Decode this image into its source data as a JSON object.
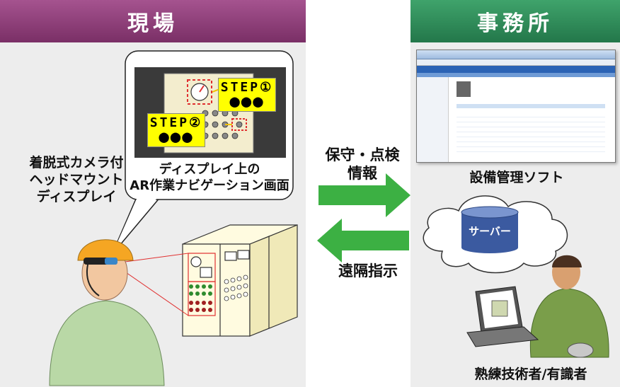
{
  "left_panel": {
    "title": "現場",
    "color": "#8c3c78"
  },
  "right_panel": {
    "title": "事務所",
    "color": "#2e8b57"
  },
  "hmd_label": [
    "着脱式カメラ付",
    "ヘッドマウント",
    "ディスプレイ"
  ],
  "bubble": {
    "caption": [
      "ディスプレイ上の",
      "AR作業ナビゲーション画面"
    ],
    "step1": {
      "title": "STEP①",
      "dots": "●●●"
    },
    "step2": {
      "title": "STEP②",
      "dots": "●●●"
    }
  },
  "arrows": {
    "to_office": [
      "保守・点検",
      "情報"
    ],
    "to_site": "遠隔指示",
    "color": "#3cb043"
  },
  "software_label": "設備管理ソフト",
  "cloud": {
    "server_label": "サーバー"
  },
  "expert_label": "熟練技術者/有識者"
}
